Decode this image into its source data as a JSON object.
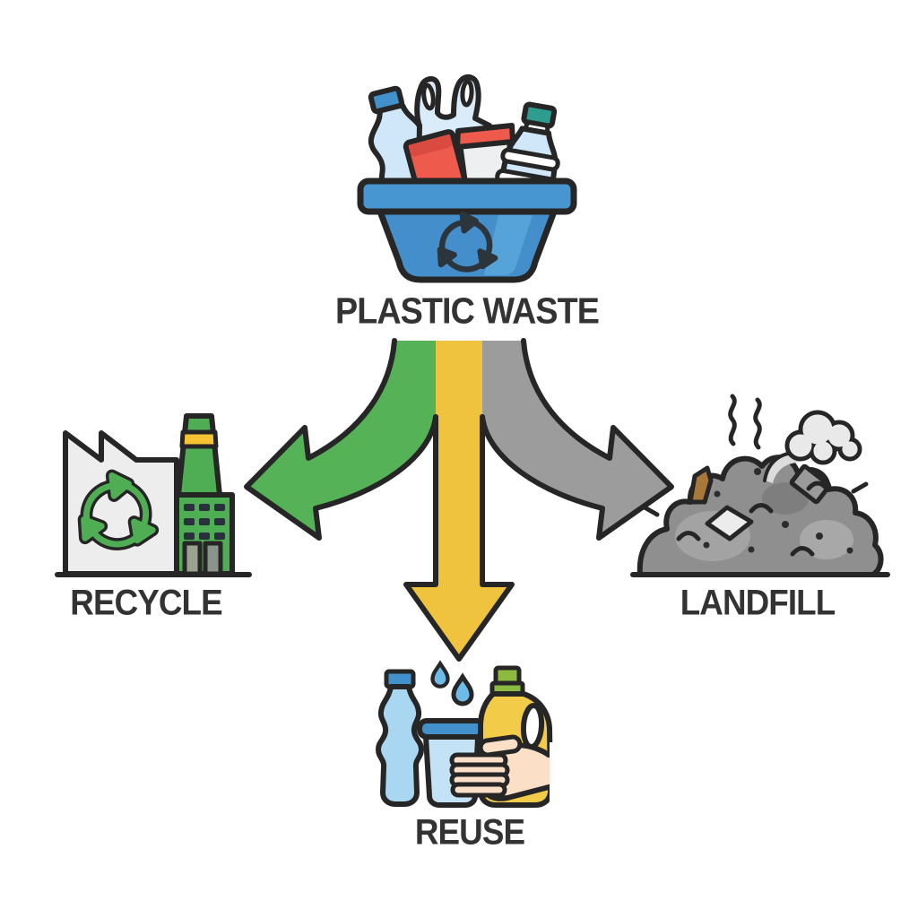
{
  "diagram": {
    "source": {
      "label": "PLASTIC WASTE",
      "icon": "blue-recycling-bin-with-plastic-bottles-bag-cups"
    },
    "branches": [
      {
        "label": "RECYCLE",
        "icon": "recycling-factory",
        "arrow": {
          "color": "#55b257",
          "direction": "down-left"
        }
      },
      {
        "label": "REUSE",
        "icon": "reusable-bottle-cup-detergent-with-hand",
        "arrow": {
          "color": "#efc33e",
          "direction": "down"
        }
      },
      {
        "label": "LANDFILL",
        "icon": "garbage-mound-with-smoke",
        "arrow": {
          "color": "#9c9c9c",
          "direction": "down-right"
        }
      }
    ],
    "colors": {
      "background": "#ffffff",
      "outline": "#262626",
      "bin_blue": "#4796d2",
      "factory_green": "#4fae54",
      "landfill_gray": "#8f8f8f",
      "text": "#333333"
    }
  }
}
